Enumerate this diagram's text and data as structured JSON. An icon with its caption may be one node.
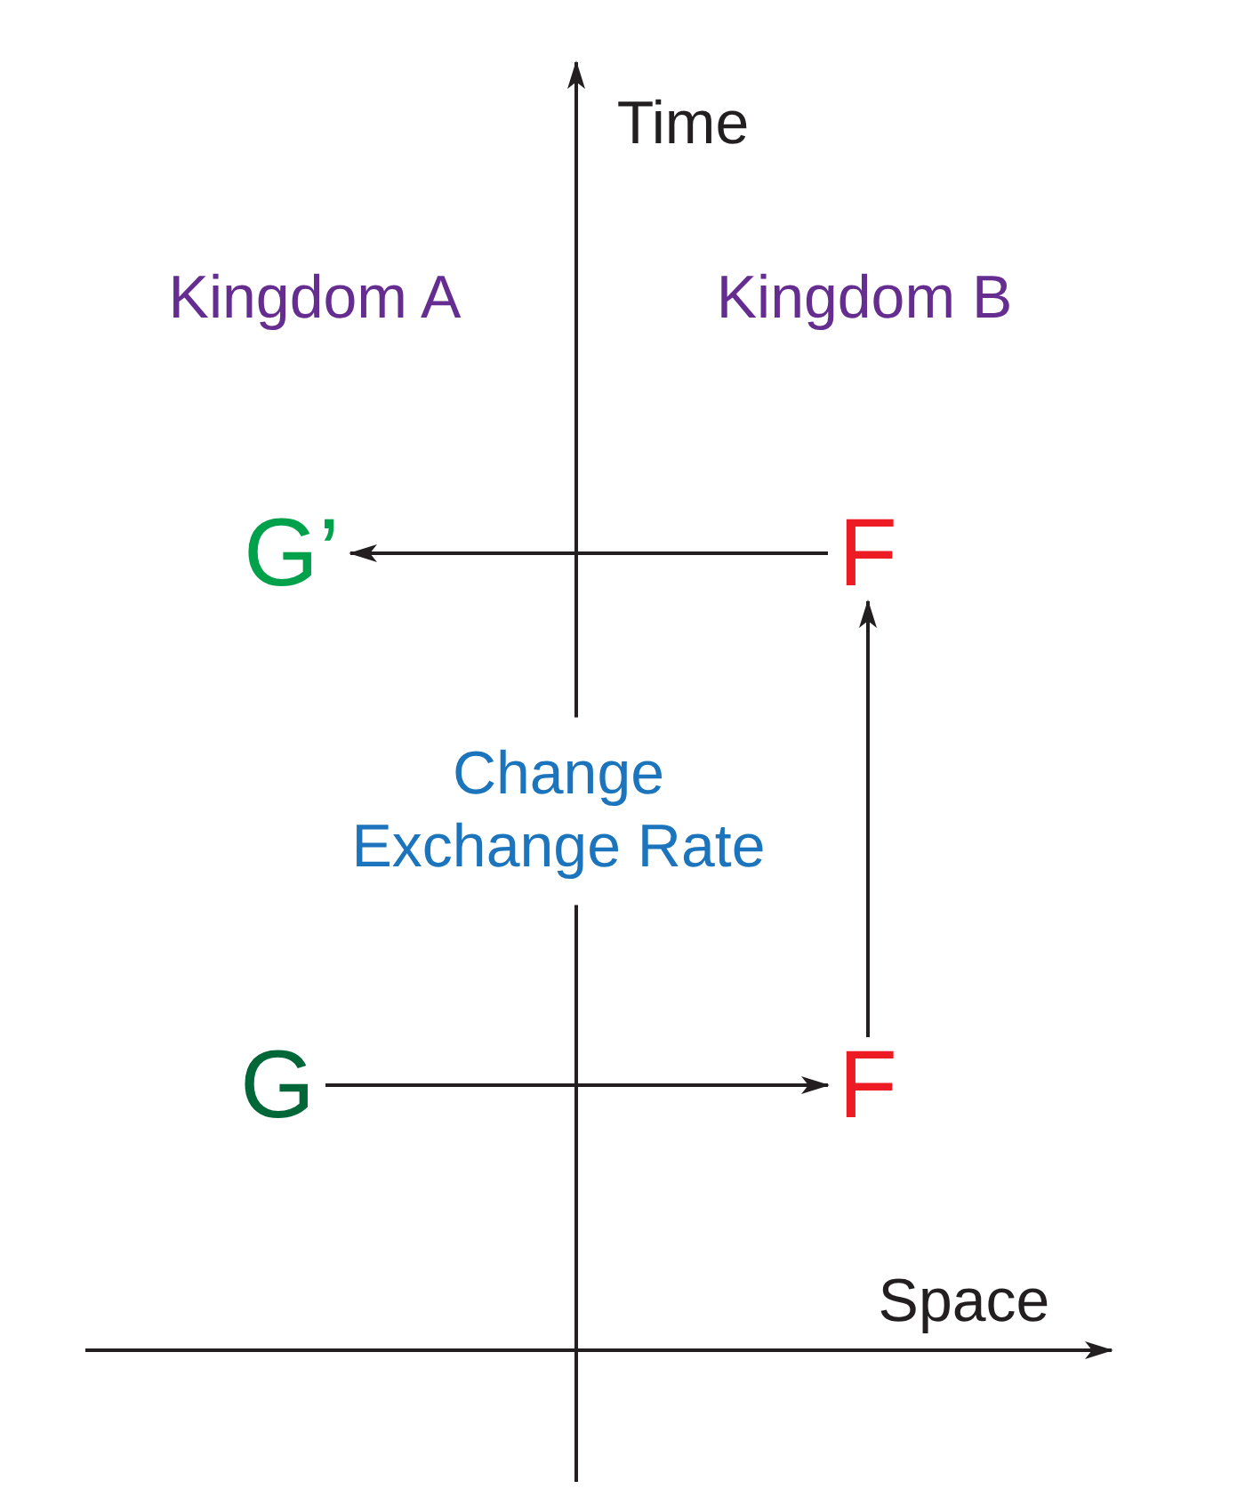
{
  "diagram": {
    "nodes": [
      {
        "text": [
          "G’"
        ]
      },
      {
        "text": [
          "F"
        ]
      },
      {
        "text": [
          "G"
        ]
      },
      {
        "text": [
          "F"
        ]
      }
    ],
    "edges": [
      {
        "from": 1,
        "to": 0,
        "arrow": "to"
      },
      {
        "from": 3,
        "to": 1,
        "arrow": "to"
      },
      {
        "from": 2,
        "to": 3,
        "arrow": "to"
      }
    ],
    "labels": [
      "Time",
      "Kingdom A",
      "Kingdom B",
      "Change Exchange Rate",
      "Space"
    ]
  }
}
